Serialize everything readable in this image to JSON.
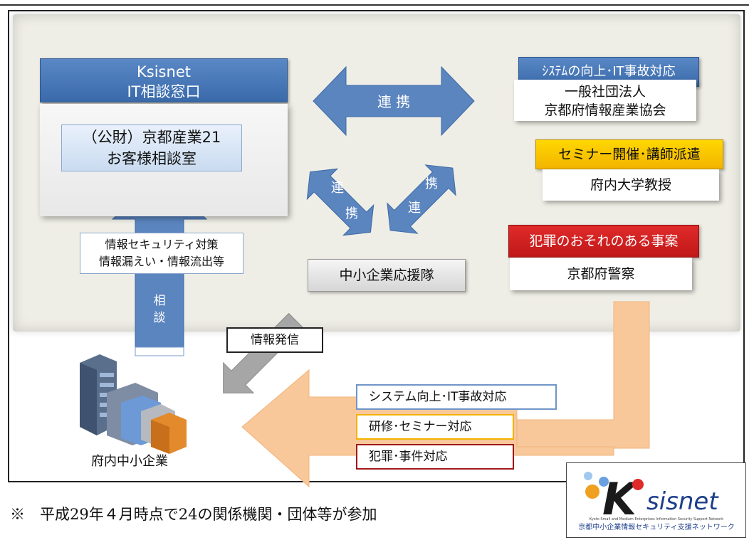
{
  "ksisnet": {
    "title_line1": "Ksisnet",
    "title_line2": "IT相談窓口",
    "inner_line1": "（公財）京都産業21",
    "inner_line2": "お客様相談室"
  },
  "arrows": {
    "main_link": "連 携",
    "link_left_a": "連",
    "link_left_b": "携",
    "link_right_a": "連",
    "link_right_b": "携",
    "consult_a": "相",
    "consult_b": "談"
  },
  "consult_topics": {
    "line1": "情報セキュリティ対策",
    "line2": "情報漏えい・情報流出等"
  },
  "organizations": [
    {
      "title": "ｼｽﾃﾑの向上･IT事故対応",
      "name_line1": "一般社団法人",
      "name_line2": "京都府情報産業協会",
      "title_color": "#4a7cbe"
    },
    {
      "title": "セミナー開催･講師派遣",
      "name_line1": "府内大学教授",
      "title_color": "#f7c400"
    },
    {
      "title": "犯罪のおそれのある事案",
      "name_line1": "京都府警察",
      "title_color": "#d42020"
    }
  ],
  "support_team": "中小企業応援隊",
  "info_dispatch": "情報発信",
  "services": [
    "システム向上･IT事故対応",
    "研修･セミナー対応",
    "犯罪･事件対応"
  ],
  "company_label": "府内中小企業",
  "footnote": "※　平成29年４月時点で24の関係機関・団体等が参加",
  "logo": {
    "name": "sisnet",
    "letter": "K",
    "english": "Kyoto Small and Medium Enterprises Information Security Support Network",
    "japanese": "京都中小企業情報セキュリティ支援ネットワーク"
  }
}
